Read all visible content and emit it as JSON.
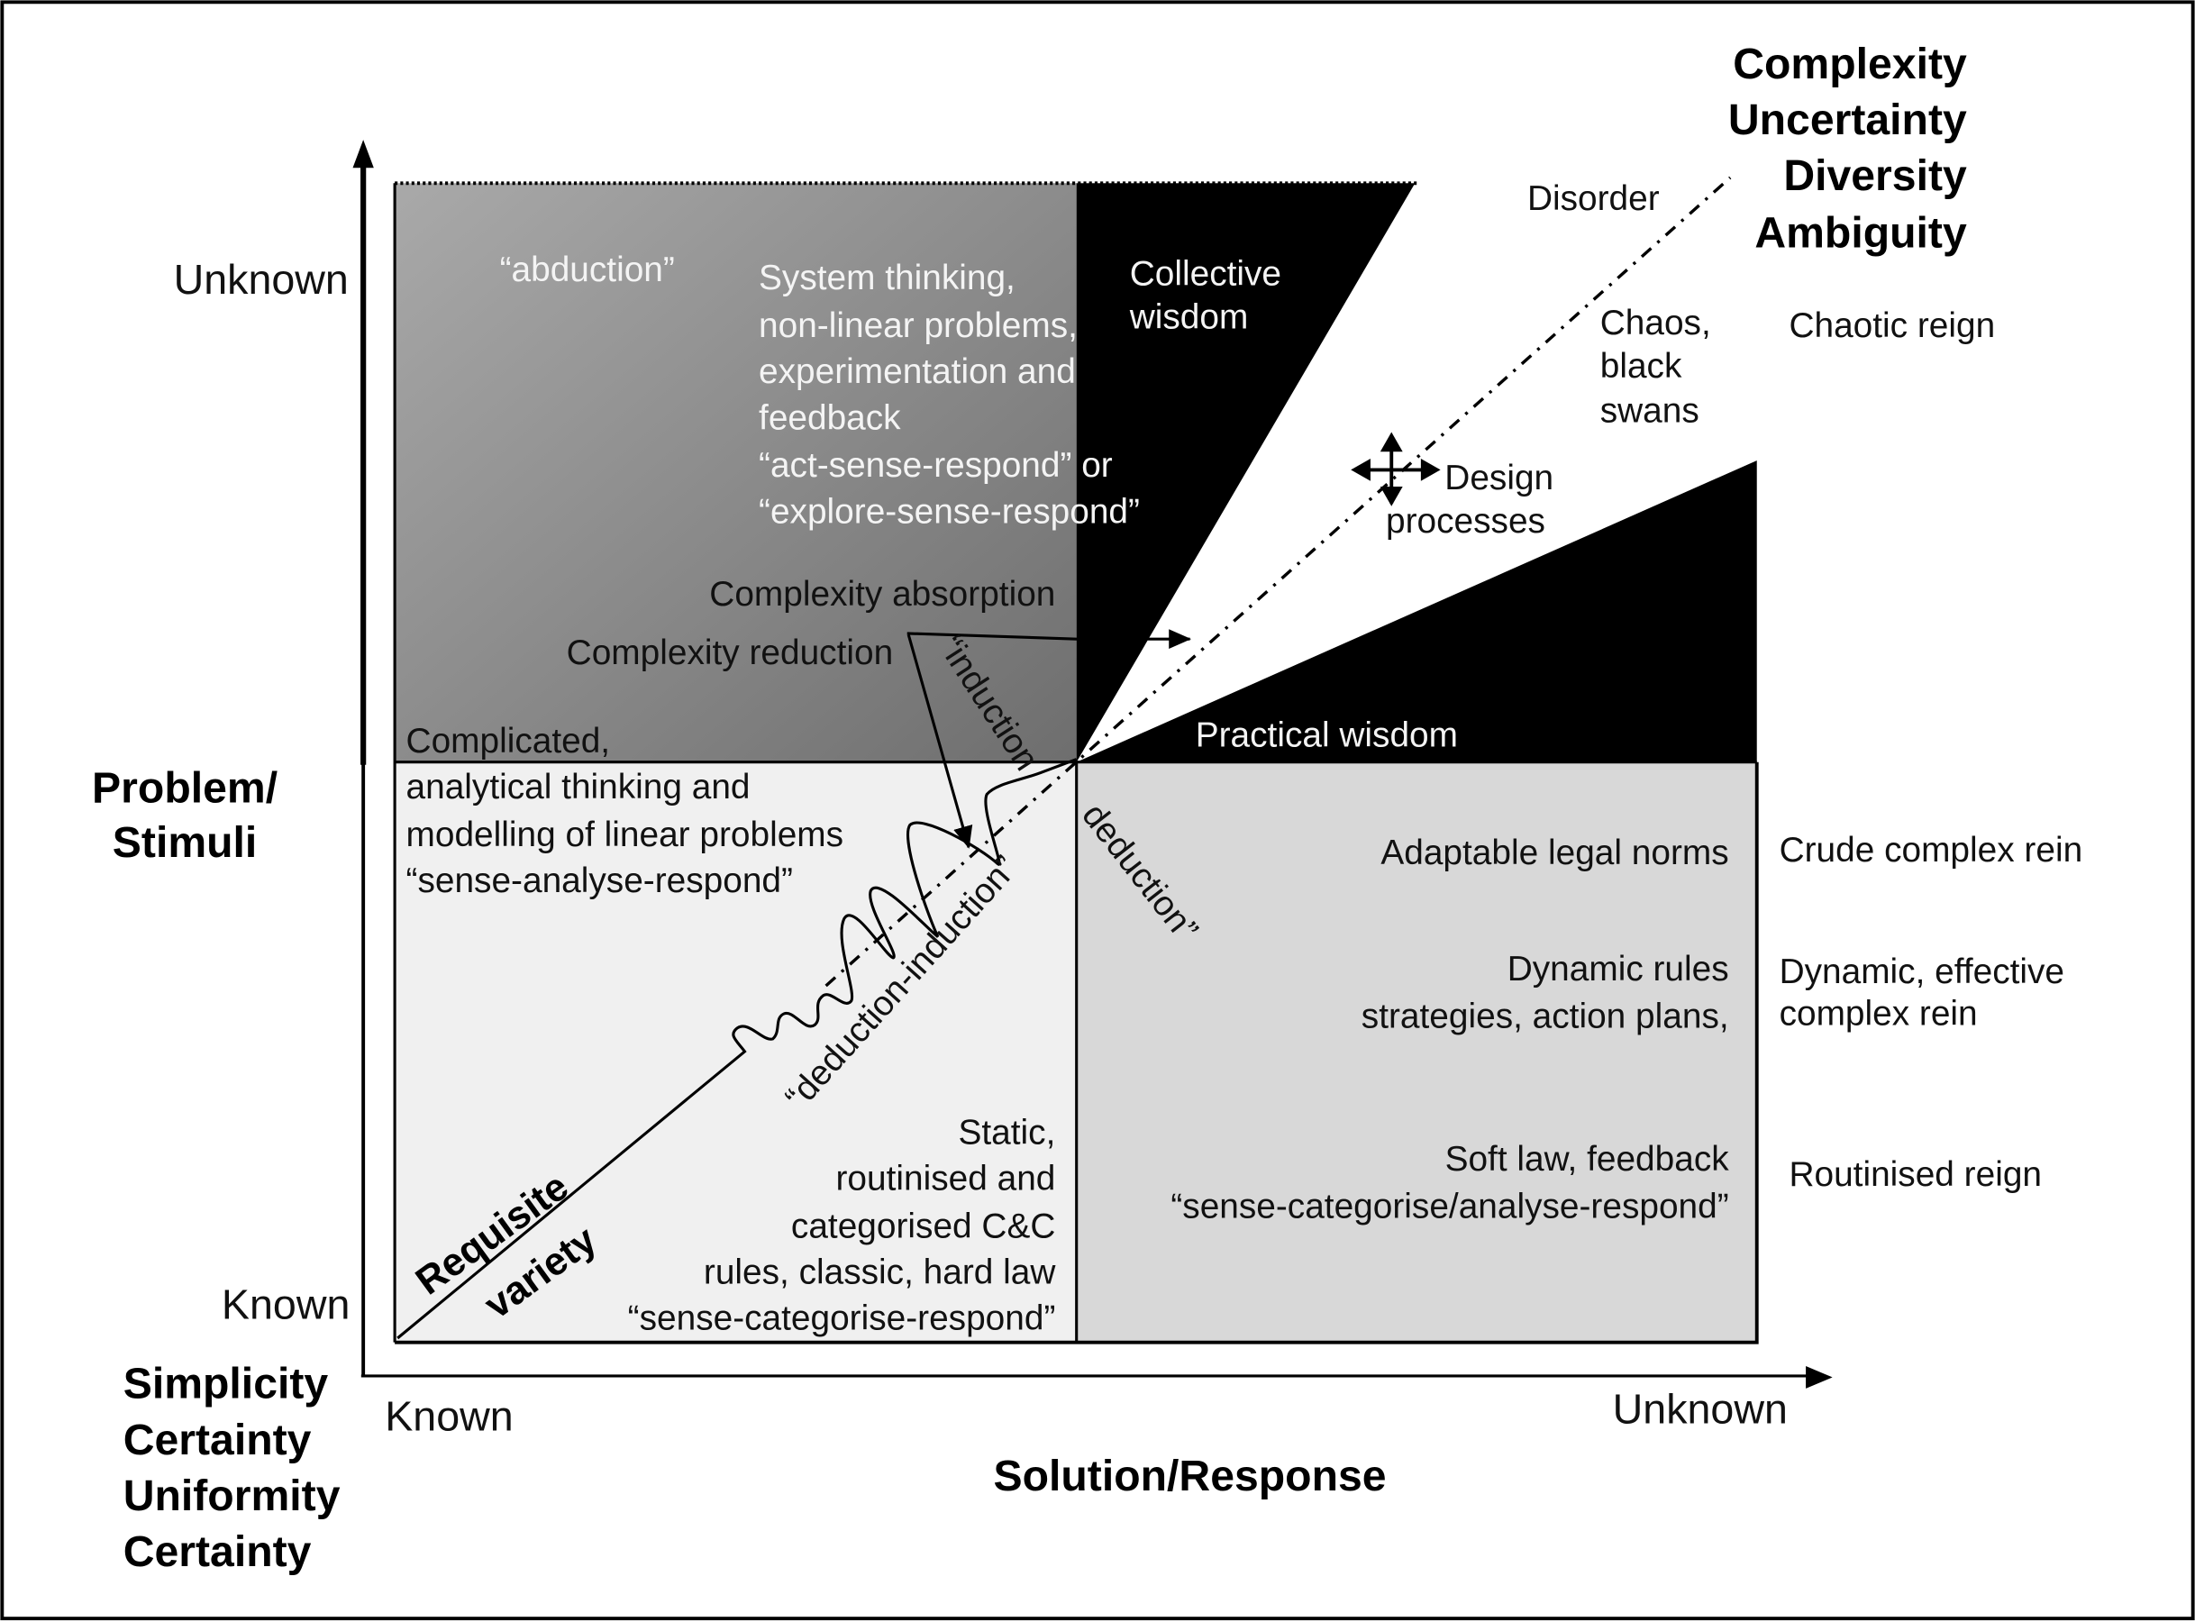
{
  "diagram": {
    "colors": {
      "gradient_light": "#a9a9a9",
      "gradient_dark": "#6e6e6e",
      "lower_left_fill": "#f0f0f0",
      "lower_right_fill": "#d8d8d8",
      "wedge_fill": "#000000",
      "line": "#000000"
    },
    "y_axis": {
      "title_lines": [
        "Problem/",
        "Stimuli"
      ],
      "top_label": "Unknown",
      "bottom_label": "Known"
    },
    "x_axis": {
      "title": "Solution/Response",
      "left_label": "Known",
      "right_label": "Unknown"
    },
    "corner_top_right": [
      "Complexity",
      "Uncertainty",
      "Diversity",
      "Ambiguity"
    ],
    "corner_bottom_left": [
      "Simplicity",
      "Certainty",
      "Uniformity",
      "Certainty"
    ],
    "upper_left": {
      "abduction": "“abduction”",
      "system_thinking": [
        "System thinking,",
        "non-linear problems,",
        "experimentation and",
        "feedback",
        "“act-sense-respond” or",
        "“explore-sense-respond”"
      ],
      "complexity_absorption": "Complexity absorption",
      "complexity_reduction": "Complexity reduction",
      "complicated": "Complicated,"
    },
    "wedges": {
      "collective_wisdom": [
        "Collective",
        "wisdom"
      ],
      "practical_wisdom": "Practical wisdom",
      "disorder": "Disorder",
      "chaos": [
        "Chaos,",
        "black",
        "swans"
      ],
      "design_processes": [
        "Design",
        "processes"
      ],
      "move_icon": "move-arrows-icon"
    },
    "lower_left": {
      "complicated_cont": [
        "analytical thinking and",
        "modelling of linear problems",
        "“sense-analyse-respond”"
      ],
      "static": [
        "Static,",
        "routinised and",
        "categorised C&C",
        "rules, classic, hard law",
        "“sense-categorise-respond”"
      ],
      "requisite_variety": [
        "Requisite",
        "variety"
      ],
      "deduction_induction": "“deduction-induction”",
      "induction": "“induction",
      "deduction": "deduction”"
    },
    "lower_right": {
      "adaptable": "Adaptable legal norms",
      "dynamic_rules": [
        "Dynamic rules",
        "strategies, action plans,"
      ],
      "soft_law": [
        "Soft law, feedback",
        "“sense-categorise/analyse-respond”"
      ]
    },
    "right_labels": {
      "chaotic_reign": "Chaotic reign",
      "crude": "Crude complex rein",
      "dynamic_effective": [
        "Dynamic, effective",
        "complex rein"
      ],
      "routinised": "Routinised reign"
    }
  }
}
